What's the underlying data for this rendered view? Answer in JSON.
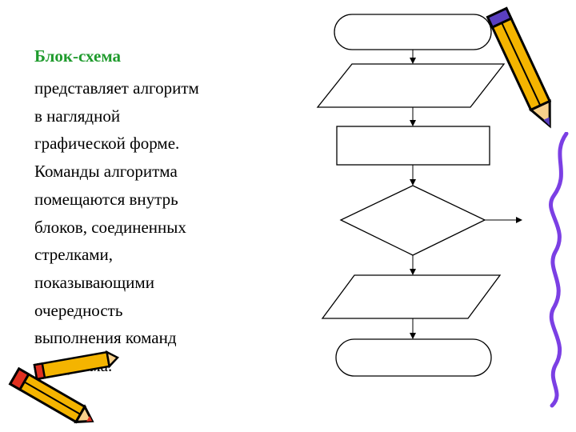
{
  "slide": {
    "heading": "Блок-схема",
    "body_lines": [
      "представляет алгоритм",
      "в наглядной",
      "графической форме.",
      "Команды алгоритма",
      "помещаются внутрь",
      "блоков, соединенных",
      "стрелками,",
      "показывающими",
      "очередность",
      "выполнения команд",
      "алгоритма."
    ]
  },
  "colors": {
    "heading": "#1f9b2d",
    "text": "#000000",
    "pencil_body": "#f4b400",
    "pencil_tip": "#e03020",
    "wavy_line": "#7b3fe4"
  },
  "icons": [
    "pencil-icon",
    "pencils-icon",
    "wavy-line-decoration"
  ]
}
